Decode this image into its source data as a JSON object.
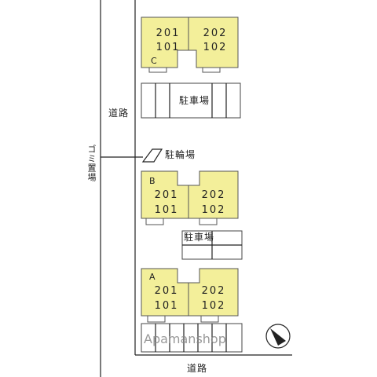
{
  "roads": {
    "west": "道路",
    "south": "道路"
  },
  "garbage": "ゴミ置場",
  "bicycle_parking": "駐輪場",
  "parking": {
    "top": "駐車場",
    "middle": "駐車場"
  },
  "buildings": {
    "c": {
      "letter": "C",
      "rooms": [
        "201",
        "101",
        "202",
        "102"
      ]
    },
    "b": {
      "letter": "B",
      "rooms": [
        "201",
        "101",
        "202",
        "102"
      ]
    },
    "a": {
      "letter": "A",
      "rooms": [
        "201",
        "101",
        "202",
        "102"
      ]
    }
  },
  "watermark": "Apamanshop",
  "colors": {
    "unit_fill": "#f3ef9a",
    "line": "#222222"
  },
  "compass_icon": "north-arrow-icon"
}
